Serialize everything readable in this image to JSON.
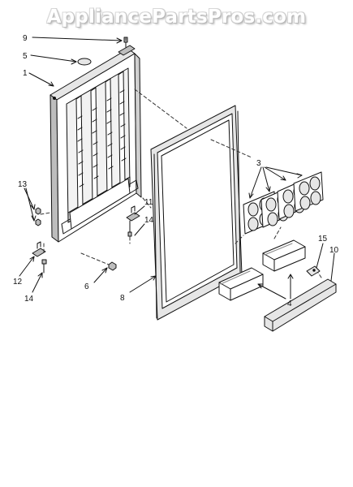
{
  "watermark": "AppliancePartsPros.com",
  "callouts": [
    {
      "id": "c9",
      "text": "9"
    },
    {
      "id": "c5",
      "text": "5"
    },
    {
      "id": "c1",
      "text": "1"
    },
    {
      "id": "c3",
      "text": "3"
    },
    {
      "id": "c13",
      "text": "13"
    },
    {
      "id": "c11",
      "text": "11"
    },
    {
      "id": "c14a",
      "text": "14"
    },
    {
      "id": "c12",
      "text": "12"
    },
    {
      "id": "c14b",
      "text": "14"
    },
    {
      "id": "c6",
      "text": "6"
    },
    {
      "id": "c8",
      "text": "8"
    },
    {
      "id": "c15",
      "text": "15"
    },
    {
      "id": "c10",
      "text": "10"
    },
    {
      "id": "c4",
      "text": "4"
    }
  ],
  "colors": {
    "line": "#111111",
    "shade": "#bdbdbd",
    "light": "#e6e6e6"
  }
}
